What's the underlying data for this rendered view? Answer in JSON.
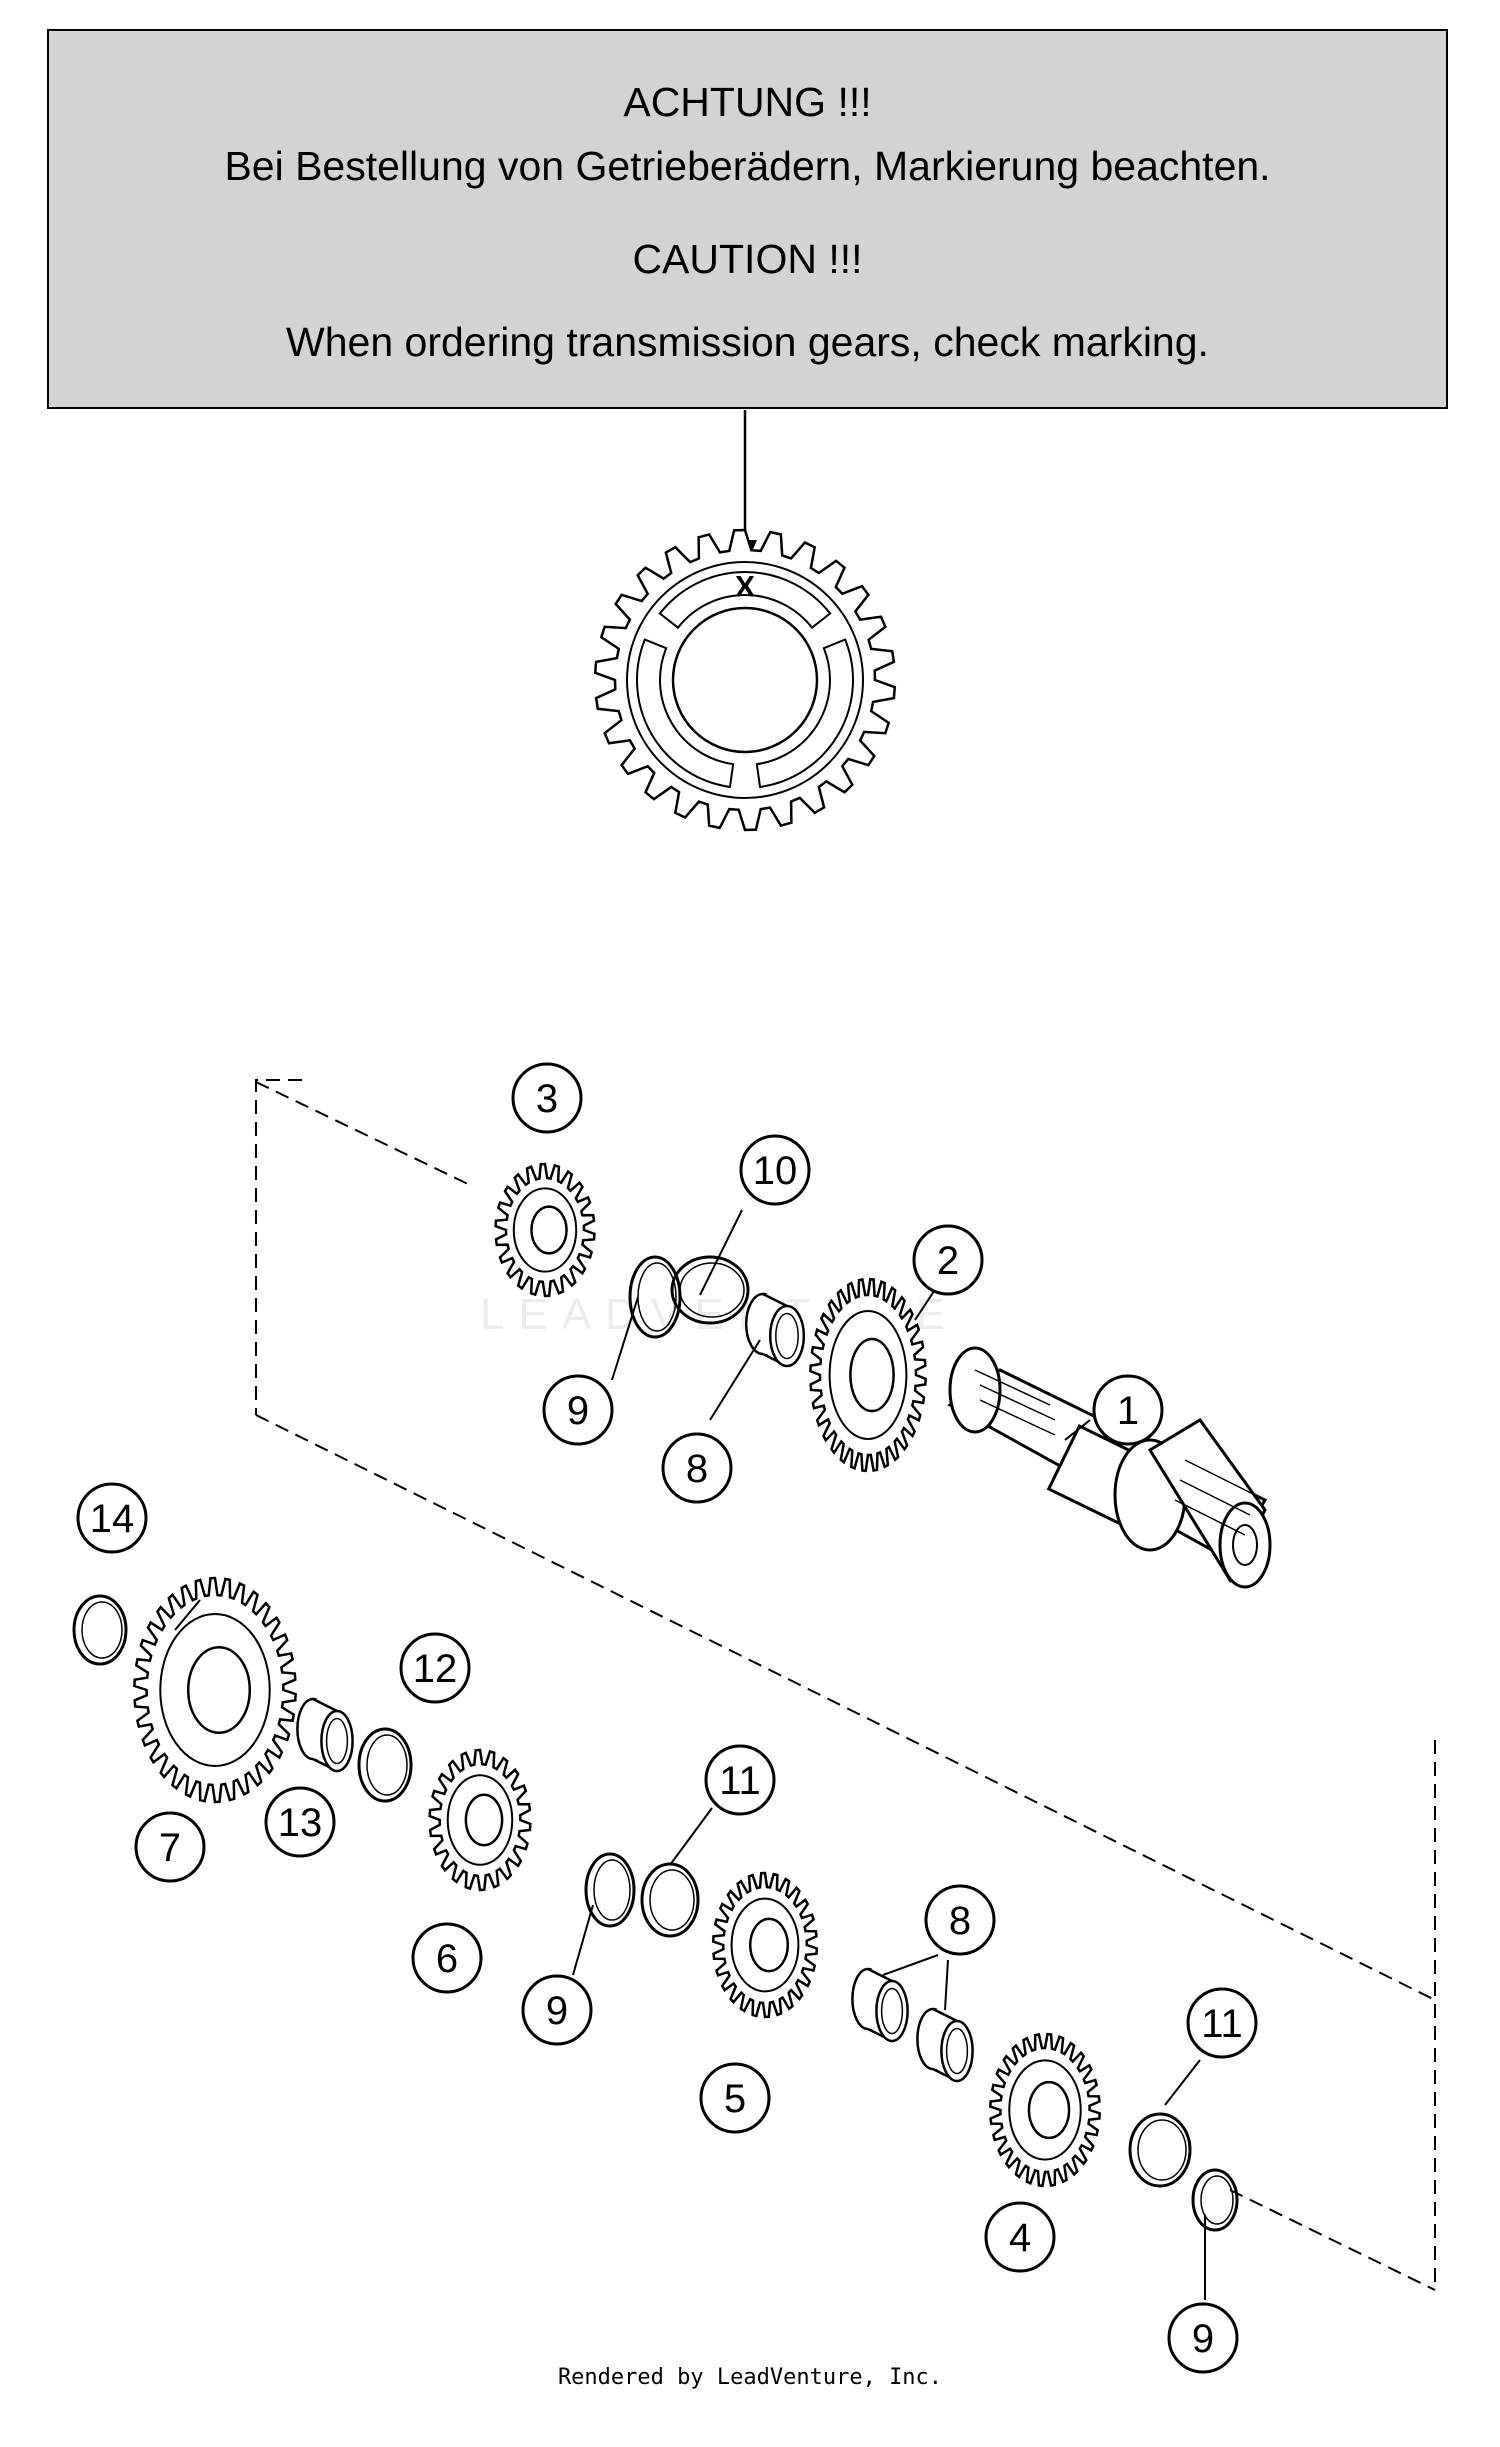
{
  "notice": {
    "line1": "ACHTUNG !!!",
    "line2": "Bei Bestellung von Getrieberädern, Markierung beachten.",
    "line3": "CAUTION !!!",
    "line4": "When ordering transmission gears, check marking."
  },
  "marking_label": "X",
  "callouts": [
    {
      "id": "c3",
      "label": "3"
    },
    {
      "id": "c10",
      "label": "10"
    },
    {
      "id": "c2",
      "label": "2"
    },
    {
      "id": "c9a",
      "label": "9"
    },
    {
      "id": "c8a",
      "label": "8"
    },
    {
      "id": "c1",
      "label": "1"
    },
    {
      "id": "c14",
      "label": "14"
    },
    {
      "id": "c12",
      "label": "12"
    },
    {
      "id": "c7",
      "label": "7"
    },
    {
      "id": "c13",
      "label": "13"
    },
    {
      "id": "c11a",
      "label": "11"
    },
    {
      "id": "c6",
      "label": "6"
    },
    {
      "id": "c8b",
      "label": "8"
    },
    {
      "id": "c9b",
      "label": "9"
    },
    {
      "id": "c5",
      "label": "5"
    },
    {
      "id": "c11b",
      "label": "11"
    },
    {
      "id": "c4",
      "label": "4"
    },
    {
      "id": "c9c",
      "label": "9"
    }
  ],
  "footer": "Rendered by LeadVenture, Inc.",
  "watermark": "LEADVENTURE",
  "colors": {
    "notice_bg": "#d3d3d3",
    "line": "#000000",
    "background": "#ffffff"
  }
}
